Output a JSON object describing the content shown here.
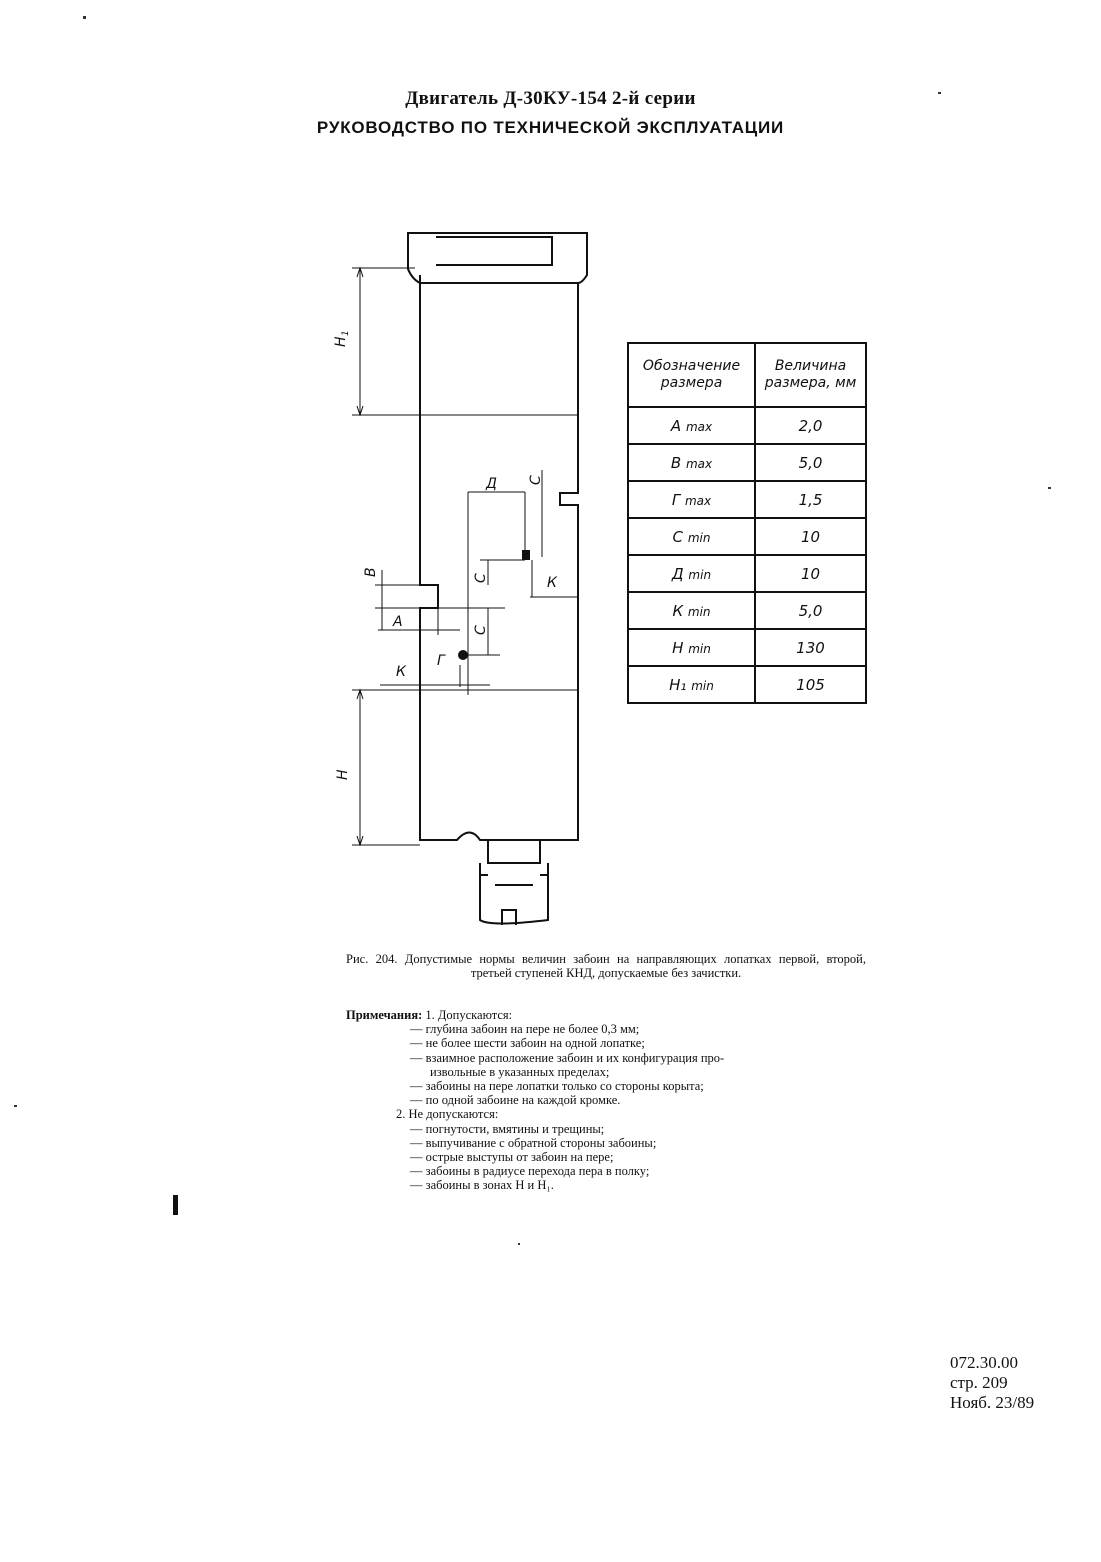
{
  "header": {
    "line1": "Двигатель Д-30КУ-154 2-й серии",
    "line2": "РУКОВОДСТВО ПО ТЕХНИЧЕСКОЙ ЭКСПЛУАТАЦИИ"
  },
  "drawing": {
    "labels": {
      "h1": "H",
      "h1_sub": "1",
      "h": "H",
      "d": "Д",
      "c_top": "С",
      "c_mid": "С",
      "c_low": "С",
      "k_right": "К",
      "k_left": "К",
      "b": "В",
      "a": "А",
      "g": "Г"
    }
  },
  "table": {
    "col1": "Обозначение размера",
    "col2": "Величина размера, мм",
    "rows": [
      {
        "name": "А",
        "sub": "max",
        "value": "2,0"
      },
      {
        "name": "В",
        "sub": "max",
        "value": "5,0"
      },
      {
        "name": "Г",
        "sub": "max",
        "value": "1,5"
      },
      {
        "name": "С",
        "sub": "min",
        "value": "10"
      },
      {
        "name": "Д",
        "sub": "min",
        "value": "10"
      },
      {
        "name": "К",
        "sub": "min",
        "value": "5,0"
      },
      {
        "name": "Н",
        "sub": "min",
        "value": "130"
      },
      {
        "name": "Н₁",
        "sub": "min",
        "value": "105"
      }
    ]
  },
  "caption": "Рис. 204. Допустимые нормы величин забоин на направляющих лопатках первой, второй, третьей ступеней КНД, допускаемые без зачистки.",
  "notes": {
    "heading": "Примечания:",
    "item1_intro": "1. Допускаются:",
    "item1_lines": [
      "— глубина забоин на пере не более 0,3 мм;",
      "— не более шести забоин на одной лопатке;",
      "— взаимное расположение забоин и их конфигурация про-",
      "извольные в указанных пределах;",
      "— забоины на пере лопатки только со стороны корыта;",
      "— по одной забоине на каждой кромке."
    ],
    "item2_intro": "2. Не допускаются:",
    "item2_lines": [
      "— погнутости, вмятины и трещины;",
      "— выпучивание с обратной стороны забоины;",
      "— острые выступы от забоин на пере;",
      "— забоины в радиусе перехода пера в полку;",
      "— забоины в зонах Н и Н₁."
    ]
  },
  "footer": {
    "code": "072.30.00",
    "page": "стр. 209",
    "date": "Нояб. 23/89"
  }
}
